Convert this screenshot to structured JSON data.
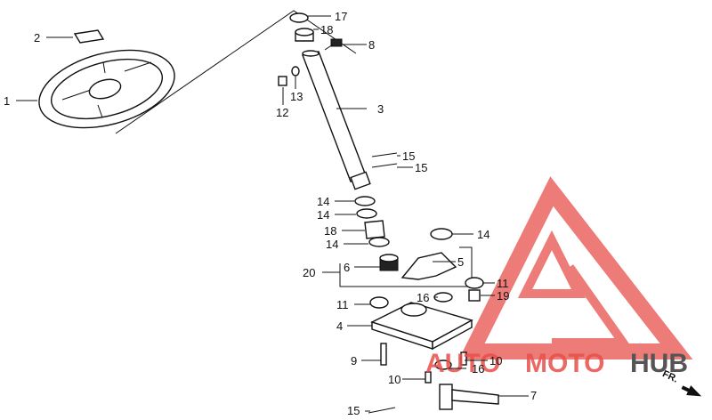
{
  "diagram": {
    "labels": [
      "1",
      "2",
      "3",
      "4",
      "5",
      "6",
      "7",
      "8",
      "9",
      "10",
      "10",
      "11",
      "11",
      "12",
      "13",
      "14",
      "14",
      "14",
      "14",
      "15",
      "15",
      "15",
      "16",
      "16",
      "17",
      "18",
      "18",
      "19",
      "20"
    ],
    "watermark": {
      "part1": "AUTO",
      "part2": "MOTO",
      "part3": "HUB",
      "color": "#e8504a",
      "dark": "#555555"
    },
    "direction_tag": "FR."
  }
}
